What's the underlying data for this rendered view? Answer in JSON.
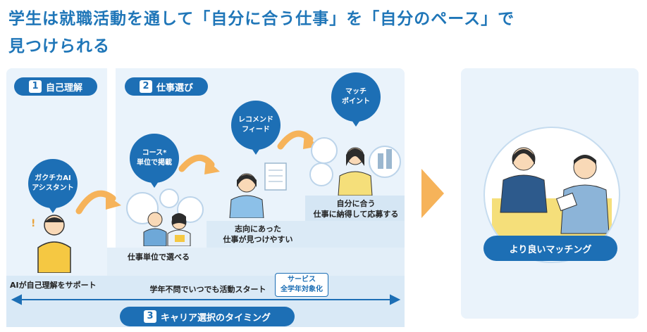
{
  "headline": {
    "line1": "学生は就職活動を通して「自分に合う仕事」を「自分のペース」で",
    "line2": "見つけられる"
  },
  "steps": [
    {
      "num": "1",
      "label": "自己理解"
    },
    {
      "num": "2",
      "label": "仕事選び"
    },
    {
      "num": "3",
      "label": "キャリア選択のタイミング"
    }
  ],
  "bubbles": {
    "ai": {
      "line1": "ガクチカAI",
      "line2": "アシスタント"
    },
    "course": {
      "line1": "コース*",
      "line2": "単位で掲載"
    },
    "recommend": {
      "line1": "レコメンド",
      "line2": "フィード"
    },
    "match": {
      "line1": "マッチ",
      "line2": "ポイント"
    }
  },
  "labels": {
    "ai_support": "AIが自己理解をサポート",
    "course_select": "仕事単位で選べる",
    "find_line1": "志向にあった",
    "find_line2": "仕事が見つけやすい",
    "apply_line1": "自分に合う",
    "apply_line2": "仕事に納得して応募する",
    "anytime": "学年不問でいつでも活動スタート",
    "service_line1": "サービス",
    "service_line2": "全学年対象化"
  },
  "result": {
    "label": "より良いマッチング"
  },
  "colors": {
    "primary": "#1d6fb5",
    "accent_orange": "#f6b35a",
    "panel": "#eaf3fb"
  }
}
